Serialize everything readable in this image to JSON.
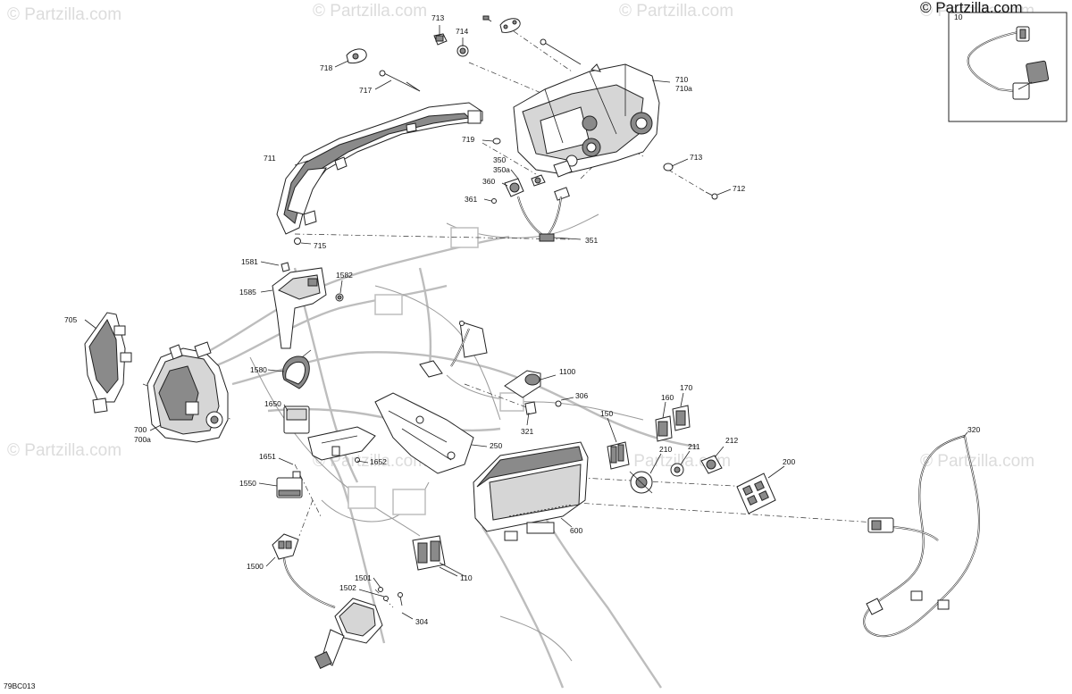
{
  "watermarks": [
    "© Partzilla.com",
    "© Partzilla.com",
    "© Partzilla.com",
    "© Partzilla.com",
    "© Partzilla.com",
    "© Partzilla.com",
    "© Partzilla.com",
    "© Partzilla.com"
  ],
  "corner_watermark": "© Partzilla.com",
  "diagram_code": "79BC013",
  "inset_label": "10",
  "callouts": {
    "c713a": "713",
    "c714": "714",
    "c718": "718",
    "c717": "717",
    "c710": "710",
    "c710a": "710a",
    "c711": "711",
    "c719": "719",
    "c713b": "713",
    "c712": "712",
    "c350": "350",
    "c350a": "350a",
    "c360": "360",
    "c361": "361",
    "c351": "351",
    "c715": "715",
    "c1581": "1581",
    "c1582": "1582",
    "c1585": "1585",
    "c705": "705",
    "c1580": "1580",
    "c700": "700",
    "c700a": "700a",
    "c1650": "1650",
    "c1651": "1651",
    "c1652": "1652",
    "c1550": "1550",
    "c1500": "1500",
    "c1501": "1501",
    "c1502": "1502",
    "c304": "304",
    "c110": "110",
    "c250": "250",
    "c321": "321",
    "c1100": "1100",
    "c306": "306",
    "c150": "150",
    "c160": "160",
    "c170": "170",
    "c210": "210",
    "c211": "211",
    "c212": "212",
    "c200": "200",
    "c600": "600",
    "c320": "320"
  }
}
